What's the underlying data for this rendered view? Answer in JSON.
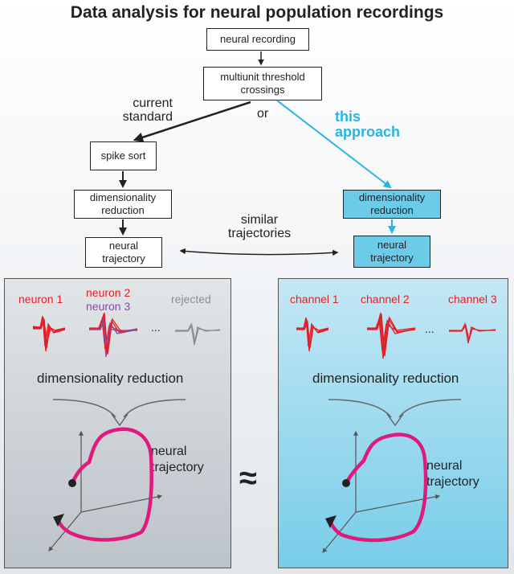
{
  "title": "Data analysis for neural population recordings",
  "flow": {
    "neural_recording": "neural recording",
    "threshold_line1": "multiunit threshold",
    "threshold_line2": "crossings",
    "or": "or",
    "current_line1": "current",
    "current_line2": "standard",
    "this_line1": "this",
    "this_line2": "approach",
    "spike_sort": "spike sort",
    "dimred_line1": "dimensionality",
    "dimred_line2": "reduction",
    "traj_line1": "neural",
    "traj_line2": "trajectory",
    "similar_line1": "similar",
    "similar_line2": "trajectories"
  },
  "left_panel": {
    "neuron1": "neuron 1",
    "neuron2": "neuron 2",
    "neuron3": "neuron 3",
    "rejected": "rejected",
    "ellipsis": "...",
    "dimred": "dimensionality reduction",
    "traj_line1": "neural",
    "traj_line2": "trajectory"
  },
  "right_panel": {
    "channel1": "channel 1",
    "channel2": "channel 2",
    "channel3": "channel 3",
    "ellipsis": "...",
    "dimred": "dimensionality reduction",
    "traj_line1": "neural",
    "traj_line2": "trajectory"
  },
  "approx_symbol": "≈",
  "colors": {
    "cyan_accent": "#2ab3e6",
    "cyan_box": "#6ccbe8",
    "spike_red": "#e21f26",
    "spike_purple": "#8a4aa7",
    "spike_gray": "#8d8d8d",
    "trajectory_magenta": "#e0197d"
  }
}
